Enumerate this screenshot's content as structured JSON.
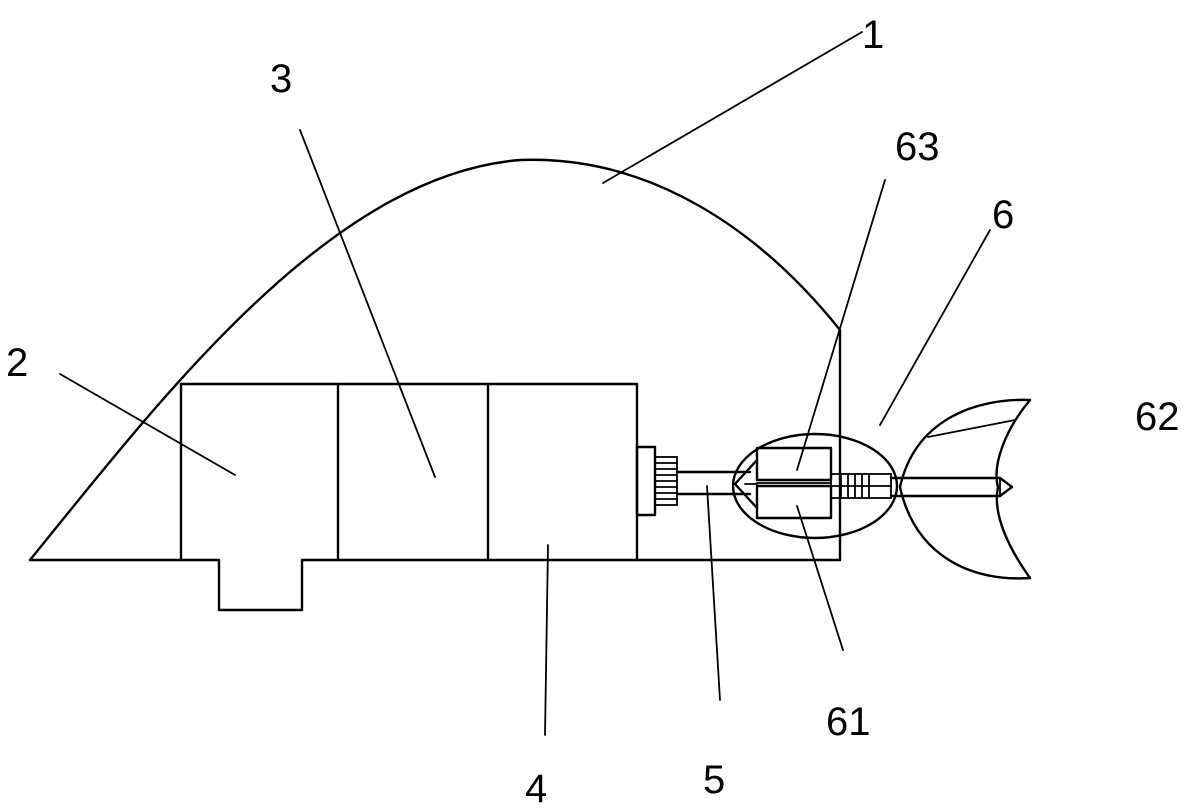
{
  "labels": {
    "l1": "1",
    "l2": "2",
    "l3": "3",
    "l4": "4",
    "l5": "5",
    "l6": "6",
    "l61": "61",
    "l62": "62",
    "l63": "63"
  },
  "colors": {
    "line": "#000000",
    "background": "#ffffff"
  }
}
